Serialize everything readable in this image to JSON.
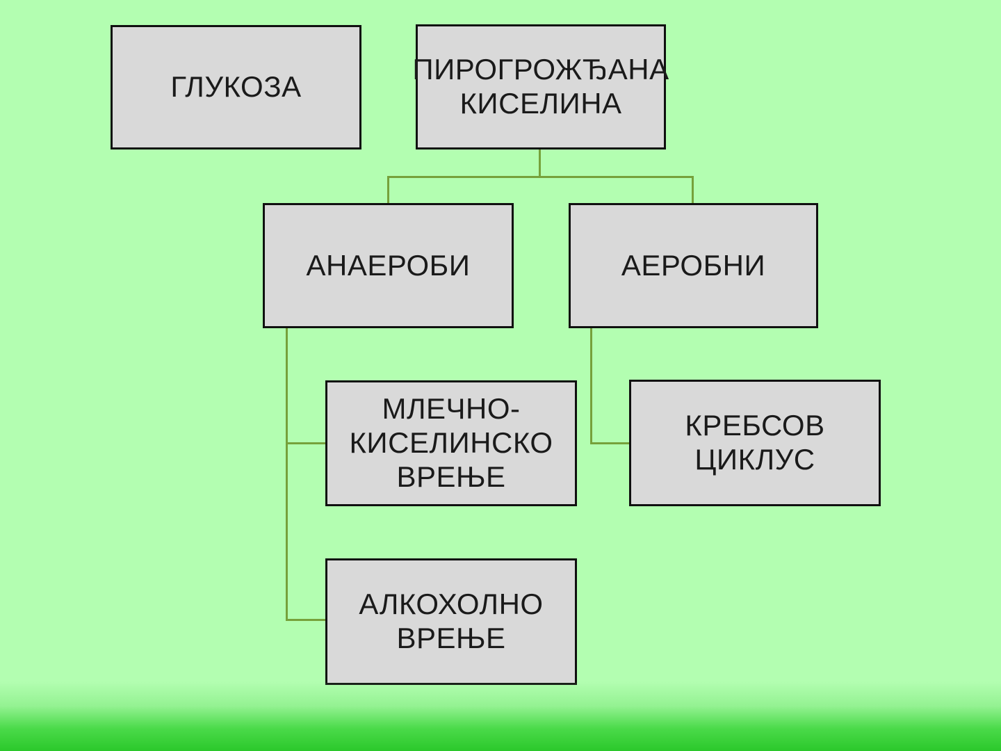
{
  "diagram": {
    "title": "Glucose metabolism flow diagram (Serbian)",
    "colors": {
      "background": "#b3feb1",
      "bottom_gradient": "#2bc82b",
      "box_fill": "#d9d9d9",
      "box_border": "#101010",
      "text": "#1a1a1a",
      "connector": "#76a13b"
    },
    "nodes": [
      {
        "id": "glucose",
        "label": "ГЛУКОЗА",
        "lines": [
          "ГЛУКОЗА"
        ]
      },
      {
        "id": "pyruvic-acid",
        "label": "ПИРОГРОЖЂАНА КИСЕЛИНА",
        "lines": [
          "ПИРОГРОЖЂАНА",
          "КИСЕЛИНА"
        ]
      },
      {
        "id": "anaerobic",
        "label": "АНАЕРОБИ",
        "lines": [
          "АНАЕРОБИ"
        ]
      },
      {
        "id": "aerobic",
        "label": "АЕРОБНИ",
        "lines": [
          "АЕРОБНИ"
        ]
      },
      {
        "id": "lactic-fermentation",
        "label": "МЛЕЧНО-КИСЕЛИНСКО ВРЕЊЕ",
        "lines": [
          "МЛЕЧНО-",
          "КИСЕЛИНСКО",
          "ВРЕЊЕ"
        ]
      },
      {
        "id": "krebs-cycle",
        "label": "КРЕБСОВ ЦИКЛУС",
        "lines": [
          "КРЕБСОВ",
          "ЦИКЛУС"
        ]
      },
      {
        "id": "alcoholic-fermentation",
        "label": "АЛКОХОЛНО ВРЕЊЕ",
        "lines": [
          "АЛКОХОЛНО",
          "ВРЕЊЕ"
        ]
      }
    ],
    "edges": [
      {
        "from": "pyruvic-acid",
        "to": "anaerobic"
      },
      {
        "from": "pyruvic-acid",
        "to": "aerobic"
      },
      {
        "from": "anaerobic",
        "to": "lactic-fermentation"
      },
      {
        "from": "anaerobic",
        "to": "alcoholic-fermentation"
      },
      {
        "from": "aerobic",
        "to": "krebs-cycle"
      }
    ]
  }
}
